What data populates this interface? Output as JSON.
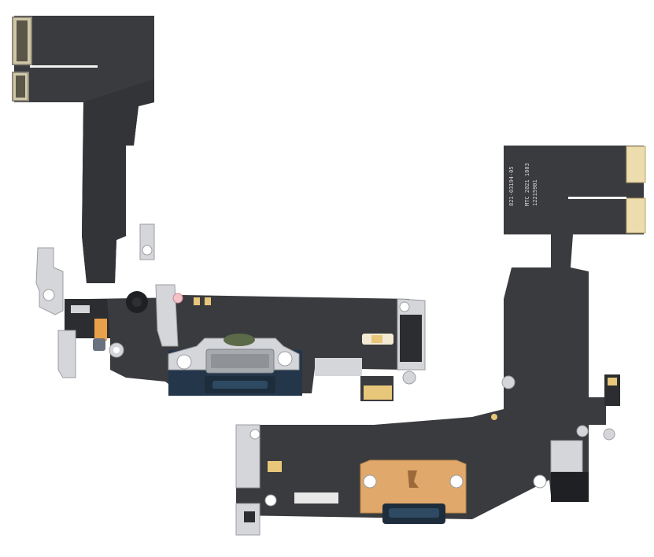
{
  "image": {
    "background": "#ffffff",
    "colors": {
      "flex_cable": "#3a3b3e",
      "flex_cable_dark": "#2c2d30",
      "metal_shield": "#c9cbcf",
      "gold_contact": "#e8c77a",
      "orange_stiffener": "#e0a86a",
      "connector_dark": "#1f3240"
    }
  },
  "left_part": {
    "name": "charging-port-flex-front"
  },
  "right_part": {
    "name": "charging-port-flex-back",
    "silkscreen": {
      "line1": "821-03194-05",
      "line2": "MTC 2021 1003",
      "line3": "12215901"
    }
  }
}
